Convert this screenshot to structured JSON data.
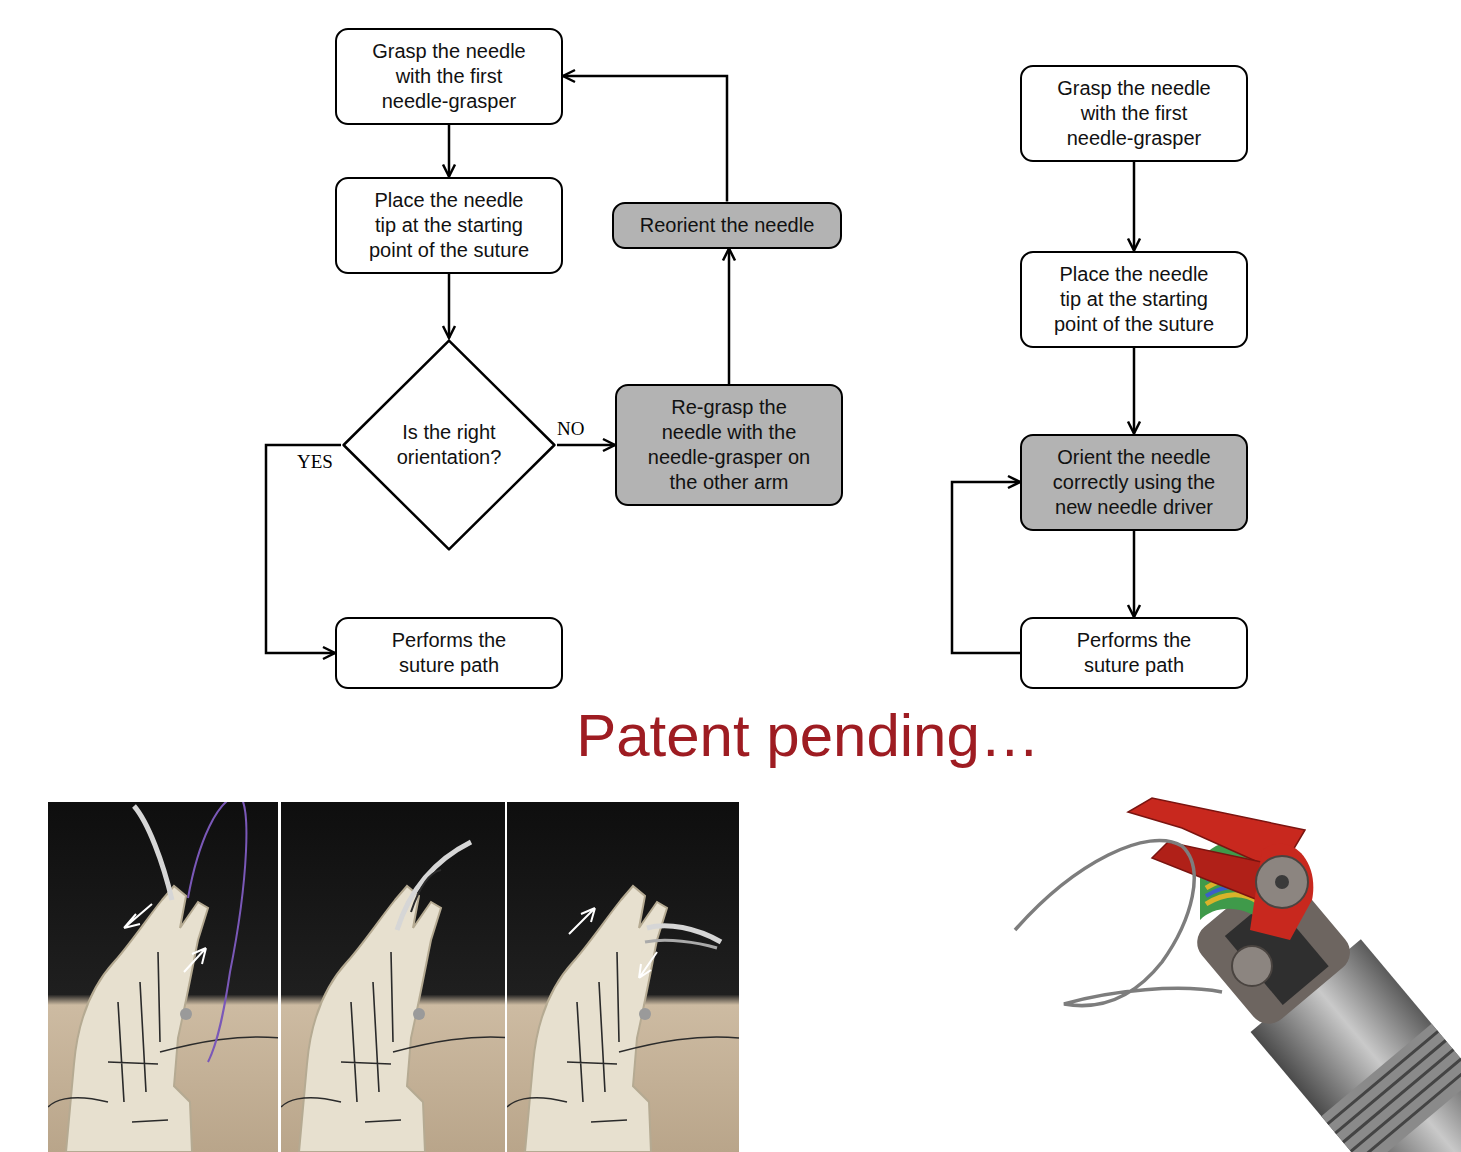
{
  "diagram": {
    "nodes": [
      {
        "text": [
          "Grasp the needle with the first needle-grasper"
        ]
      },
      {
        "text": [
          "Place the needle tip at the starting point of the suture"
        ]
      },
      {
        "text": [
          "Is the right orientation?"
        ]
      },
      {
        "text": [
          "Re-grasp the needle with the needle-grasper on the other arm"
        ]
      },
      {
        "text": [
          "Reorient the needle"
        ]
      },
      {
        "text": [
          "Performs the suture path"
        ]
      },
      {
        "text": [
          "Grasp the needle with the first needle-grasper"
        ]
      },
      {
        "text": [
          "Place the needle tip at the starting point of the suture"
        ]
      },
      {
        "text": [
          "Orient the needle correctly using the new needle driver"
        ]
      },
      {
        "text": [
          "Performs the suture path"
        ]
      }
    ],
    "edges": [
      {
        "from": 0,
        "to": 1,
        "arrow": "to"
      },
      {
        "from": 1,
        "to": 2,
        "arrow": "to"
      },
      {
        "from": 2,
        "to": 3,
        "label": "NO",
        "arrow": "to"
      },
      {
        "from": 3,
        "to": 4,
        "arrow": "to"
      },
      {
        "from": 4,
        "to": 0,
        "arrow": "to"
      },
      {
        "from": 2,
        "to": 5,
        "label": "YES",
        "arrow": "to"
      },
      {
        "from": 6,
        "to": 7,
        "arrow": "to"
      },
      {
        "from": 7,
        "to": 8,
        "arrow": "to"
      },
      {
        "from": 8,
        "to": 9,
        "arrow": "to"
      },
      {
        "from": 9,
        "to": 8,
        "arrow": "to"
      }
    ],
    "labels": [
      "Patent pending…"
    ]
  }
}
